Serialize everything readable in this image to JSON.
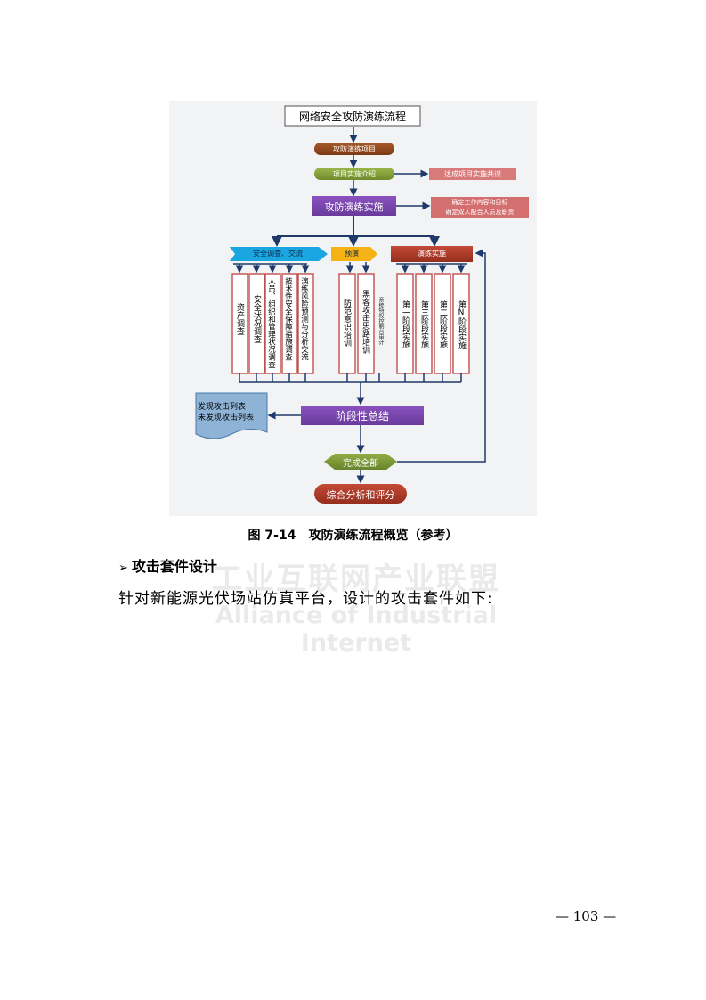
{
  "figure": {
    "title": "网络安全攻防演练流程",
    "project": "攻防演练项目",
    "intro": "项目实施介绍",
    "consensus": "达成项目实施共识",
    "implement": "攻防演练实施",
    "confirm_line1": "确定工作内容和目标",
    "confirm_line2": "确定双人配合人员及职责",
    "branch_survey": "安全调查、交流",
    "branch_rehearse": "预演",
    "branch_exercise": "演练实施",
    "survey_cols": [
      "资产调查",
      "安全状况调查",
      "人员、组织和管理状况调查",
      "技术性安全保障措施调查",
      "演练风险预测与分析交流"
    ],
    "rehearse_cols": [
      "防范意识培训",
      "黑客攻击思路培训",
      "系统特权控制台审计"
    ],
    "exercise_cols": [
      "第一阶段实施",
      "第三阶段实施",
      "第二阶段实施",
      "第N阶段实施"
    ],
    "found_list_line1": "发现攻击列表",
    "found_list_line2": "未发现攻击列表",
    "stage_summary": "阶段性总结",
    "complete": "完成全部",
    "analysis": "综合分析和评分"
  },
  "caption": "图 7-14　攻防演练流程概览（参考）",
  "heading": "攻击套件设计",
  "body_text": "针对新能源光伏场站仿真平台，设计的攻击套件如下:",
  "watermark": {
    "line1": "工业互联网产业联盟",
    "line2": "Alliance of Industrial Internet"
  },
  "page_number": "— 103 —"
}
